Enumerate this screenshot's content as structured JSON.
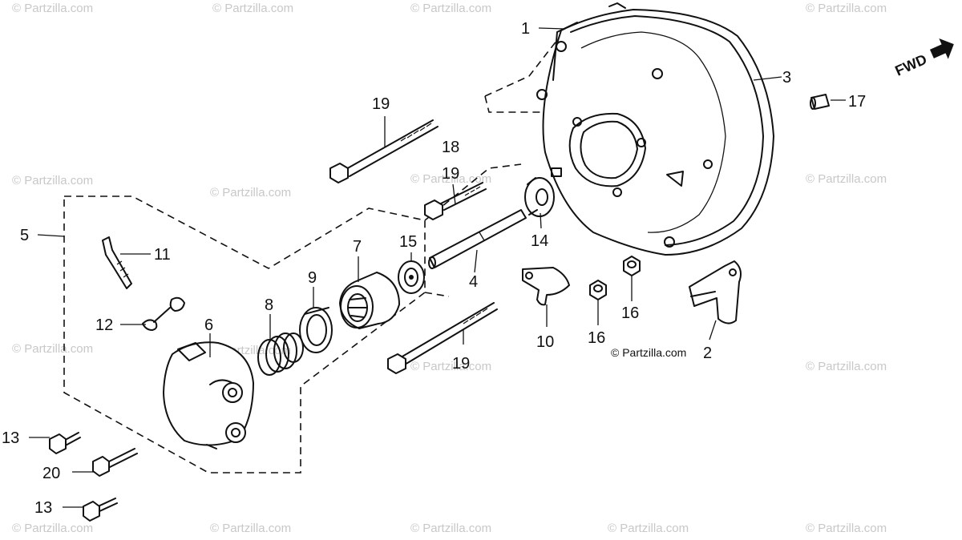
{
  "watermark": "© Partzilla.com",
  "credit": "© Partzilla.com",
  "direction": "FWD",
  "parts": {
    "p1": "1",
    "p2": "2",
    "p3": "3",
    "p4": "4",
    "p5": "5",
    "p6": "6",
    "p7": "7",
    "p8": "8",
    "p9": "9",
    "p10": "10",
    "p11": "11",
    "p12": "12",
    "p13a": "13",
    "p13b": "13",
    "p14": "14",
    "p15": "15",
    "p16a": "16",
    "p16b": "16",
    "p17": "17",
    "p18": "18",
    "p19a": "19",
    "p19b": "19",
    "p19c": "19",
    "p20": "20"
  }
}
